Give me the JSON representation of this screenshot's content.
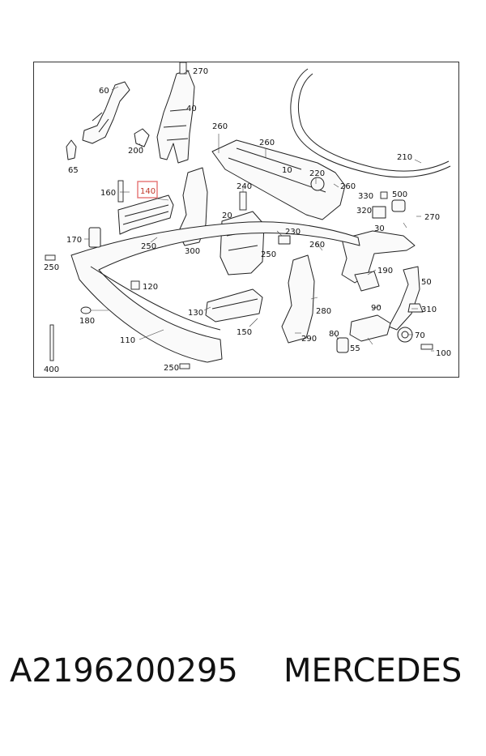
{
  "diagram": {
    "callouts": [
      "270",
      "40",
      "60",
      "260",
      "260",
      "200",
      "65",
      "10",
      "210",
      "220",
      "260",
      "330",
      "500",
      "160",
      "140",
      "240",
      "320",
      "270",
      "20",
      "230",
      "30",
      "170",
      "250",
      "300",
      "250",
      "260",
      "190",
      "250",
      "50",
      "120",
      "180",
      "90",
      "310",
      "130",
      "280",
      "150",
      "290",
      "80",
      "70",
      "110",
      "55",
      "100",
      "400",
      "250"
    ],
    "highlighted": "140"
  },
  "caption": {
    "part_number": "A2196200295",
    "brand": "MERCEDES"
  }
}
